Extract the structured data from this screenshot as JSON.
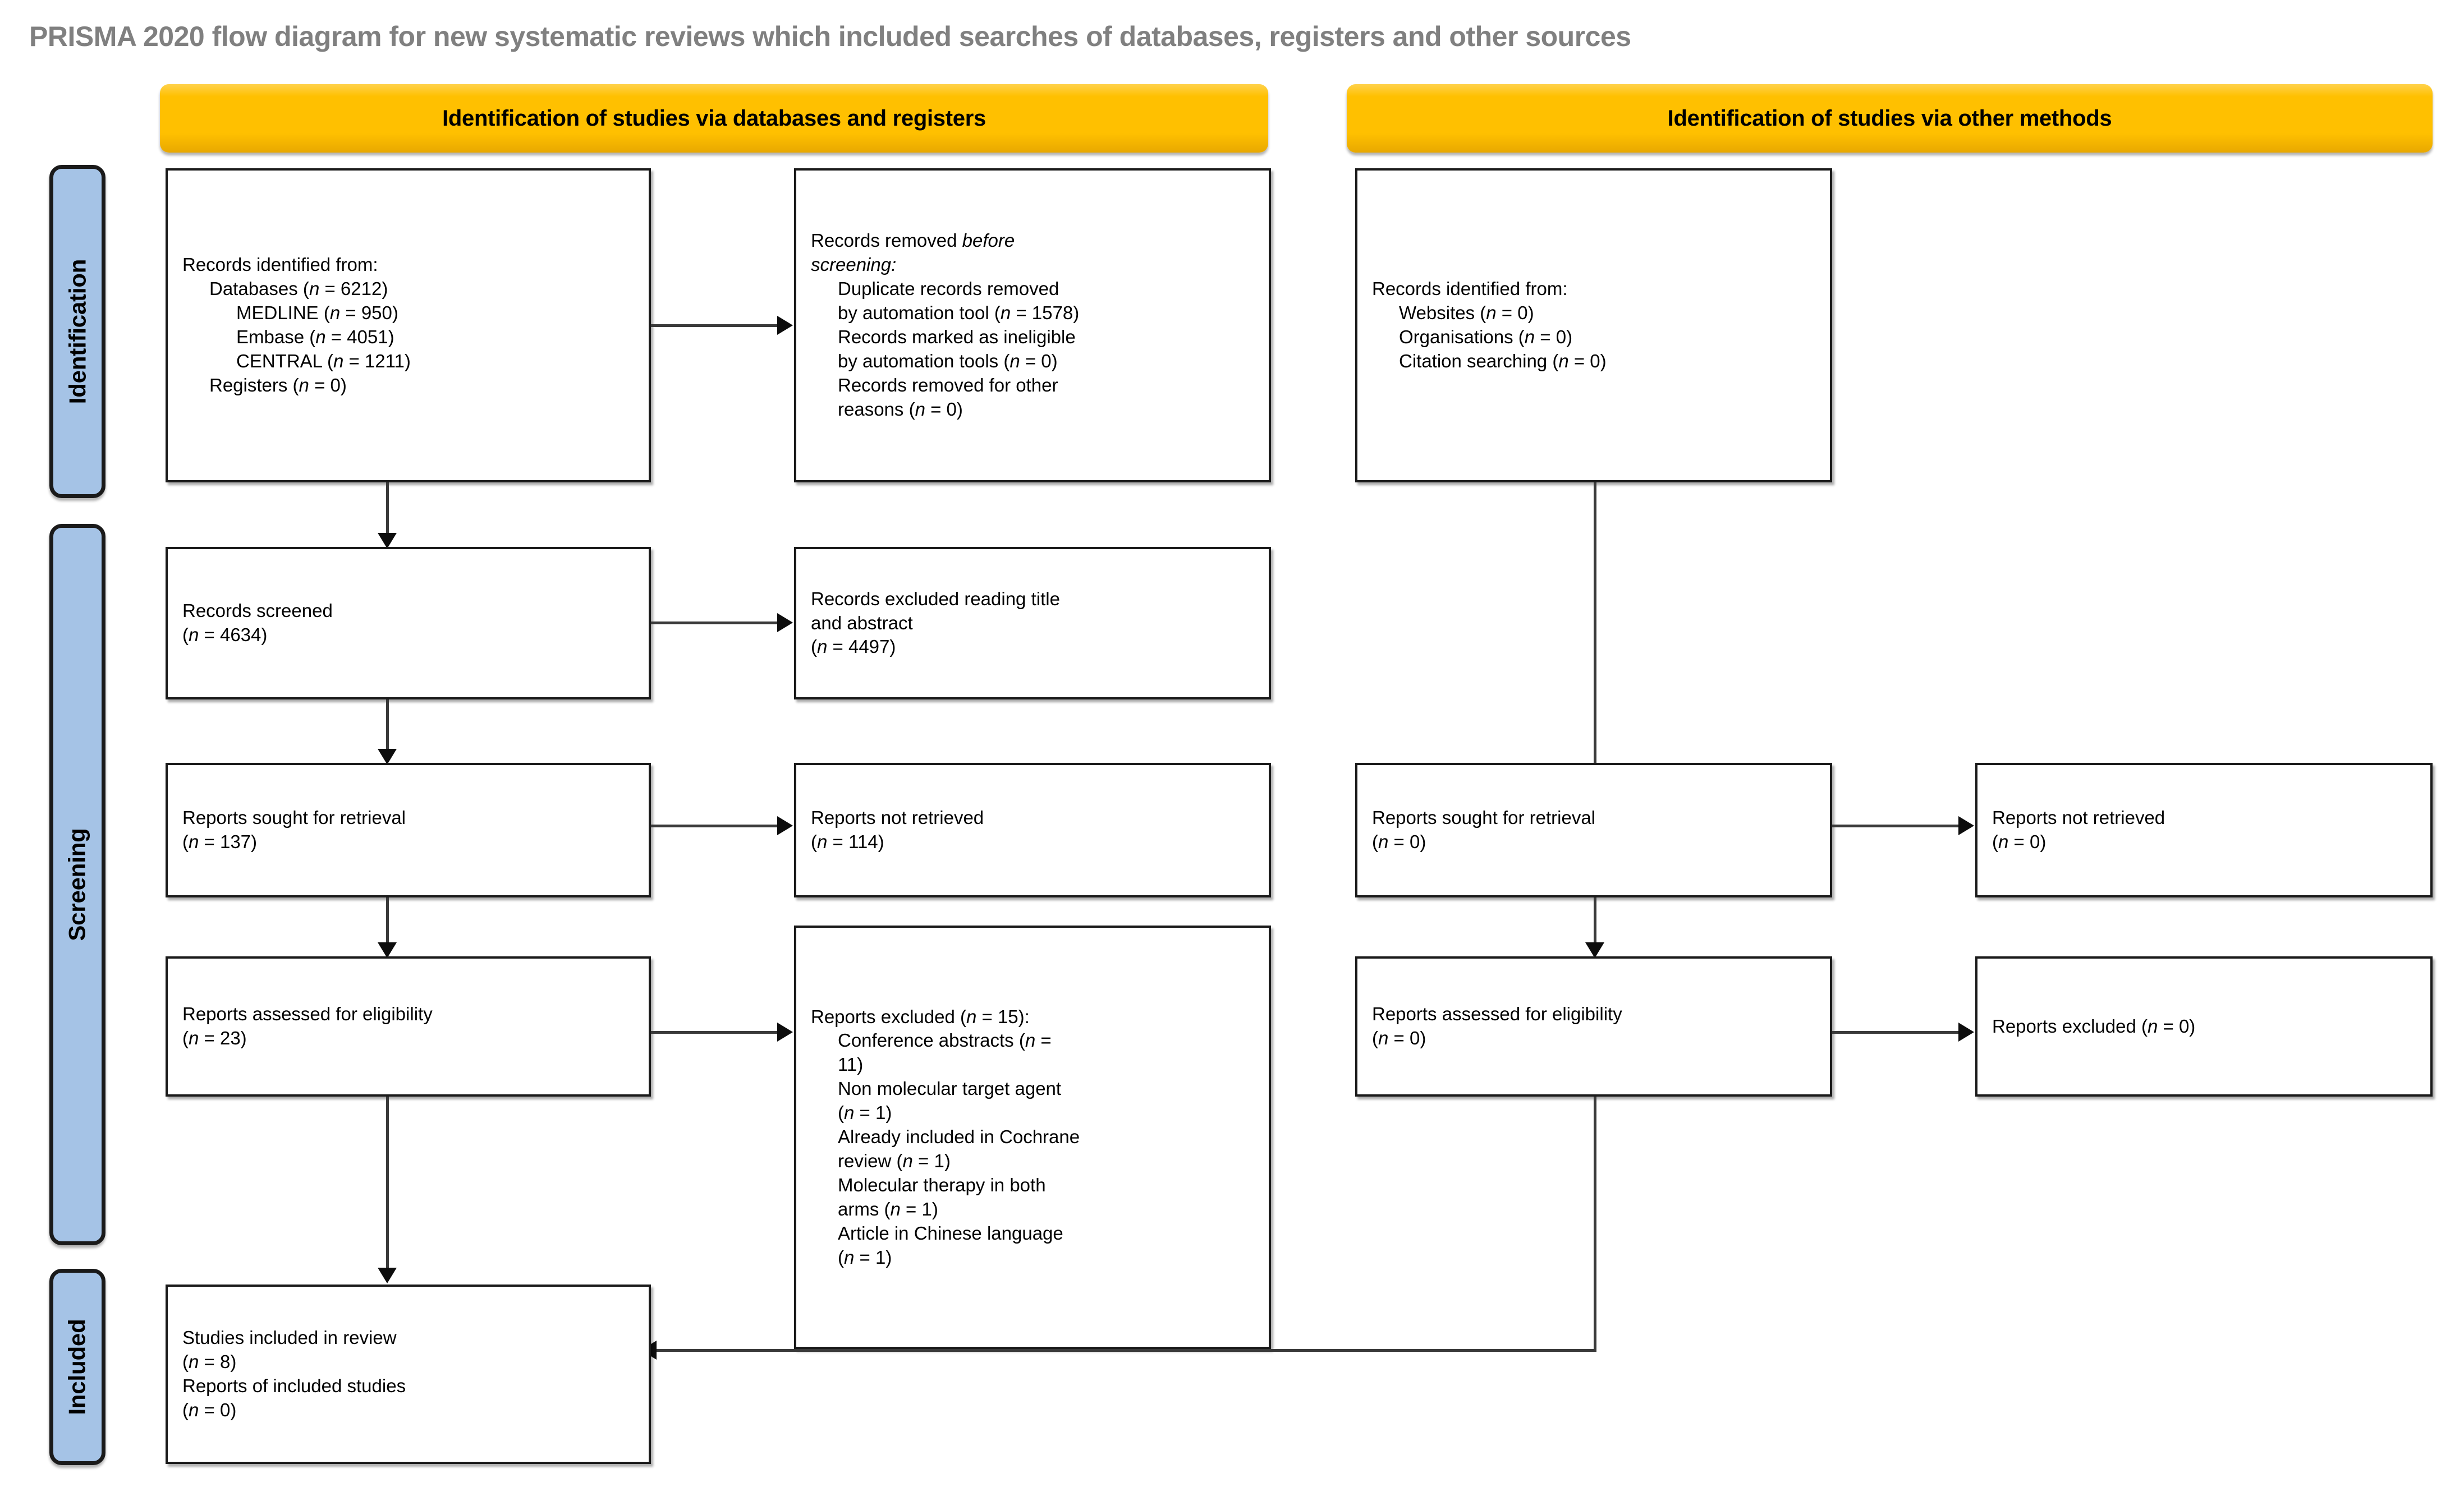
{
  "title": "PRISMA 2020 flow diagram for new systematic reviews which included searches of databases, registers and other sources",
  "colors": {
    "header_yellow": "#FFC000",
    "stage_tab_blue": "#A5C3E6",
    "title_grey": "#808080",
    "border_dark": "#1A1A1A",
    "connector_grey": "#3A3A3A"
  },
  "phase_headers": {
    "databases": "Identification of studies via databases and registers",
    "other": "Identification of studies via other methods"
  },
  "stage_tabs": [
    {
      "id": "identification",
      "label": "Identification"
    },
    {
      "id": "screening",
      "label": "Screening"
    },
    {
      "id": "included",
      "label": "Included"
    }
  ],
  "nodes": {
    "records_identified": {
      "name": "records-identified-databases",
      "lines": [
        {
          "text": "Records identified from:",
          "indent": 0
        },
        {
          "text": "Databases (n = 6212)",
          "indent": 1
        },
        {
          "text": "MEDLINE (n = 950)",
          "indent": 2
        },
        {
          "text": "Embase (n = 4051)",
          "indent": 2
        },
        {
          "text": "CENTRAL (n = 1211)",
          "indent": 2
        },
        {
          "text": "Registers (n = 0)",
          "indent": 1
        }
      ]
    },
    "records_removed": {
      "name": "records-removed-before-screening",
      "lines": [
        {
          "text": "Records removed before",
          "indent": 0,
          "italic_tail": "before"
        },
        {
          "text": "screening:",
          "indent": 0,
          "italic": true
        },
        {
          "text": "Duplicate records removed",
          "indent": 1
        },
        {
          "text": "by automation tool (n = 1578)",
          "indent": 1
        },
        {
          "text": "Records marked as ineligible",
          "indent": 1
        },
        {
          "text": "by automation tools (n = 0)",
          "indent": 1
        },
        {
          "text": "Records removed for other",
          "indent": 1
        },
        {
          "text": "reasons (n = 0)",
          "indent": 1
        }
      ]
    },
    "records_identified_other": {
      "name": "records-identified-other-methods",
      "lines": [
        {
          "text": "Records identified from:",
          "indent": 0
        },
        {
          "text": "Websites (n = 0)",
          "indent": 1
        },
        {
          "text": "Organisations (n = 0)",
          "indent": 1
        },
        {
          "text": "Citation searching (n = 0)",
          "indent": 1
        }
      ]
    },
    "records_screened": {
      "name": "records-screened",
      "lines": [
        {
          "text": "Records screened",
          "indent": 0
        },
        {
          "text": "(n = 4634)",
          "indent": 0
        }
      ]
    },
    "records_excluded": {
      "name": "records-excluded-title-abstract",
      "lines": [
        {
          "text": "Records excluded reading title",
          "indent": 0
        },
        {
          "text": "and abstract",
          "indent": 0
        },
        {
          "text": "(n = 4497)",
          "indent": 0
        }
      ]
    },
    "reports_sought_db": {
      "name": "reports-sought-retrieval-databases",
      "lines": [
        {
          "text": "Reports sought for retrieval",
          "indent": 0
        },
        {
          "text": "(n = 137)",
          "indent": 0
        }
      ]
    },
    "reports_not_retrieved_db": {
      "name": "reports-not-retrieved-databases",
      "lines": [
        {
          "text": "Reports not retrieved",
          "indent": 0
        },
        {
          "text": "(n = 114)",
          "indent": 0
        }
      ]
    },
    "reports_sought_other": {
      "name": "reports-sought-retrieval-other",
      "lines": [
        {
          "text": "Reports sought for retrieval",
          "indent": 0
        },
        {
          "text": "(n = 0)",
          "indent": 0
        }
      ]
    },
    "reports_not_retrieved_other": {
      "name": "reports-not-retrieved-other",
      "lines": [
        {
          "text": "Reports not retrieved",
          "indent": 0
        },
        {
          "text": "(n = 0)",
          "indent": 0
        }
      ]
    },
    "reports_assessed_db": {
      "name": "reports-assessed-eligibility-databases",
      "lines": [
        {
          "text": "Reports assessed for eligibility",
          "indent": 0
        },
        {
          "text": "(n = 23)",
          "indent": 0
        }
      ]
    },
    "reports_excluded_db": {
      "name": "reports-excluded-databases",
      "lines": [
        {
          "text": "Reports excluded (n = 15):",
          "indent": 0
        },
        {
          "text": "Conference abstracts (n =",
          "indent": 1
        },
        {
          "text": "11)",
          "indent": 1
        },
        {
          "text": "Non molecular target agent",
          "indent": 1
        },
        {
          "text": "(n = 1)",
          "indent": 1
        },
        {
          "text": "Already included in Cochrane",
          "indent": 1
        },
        {
          "text": "review (n = 1)",
          "indent": 1
        },
        {
          "text": "Molecular therapy in both",
          "indent": 1
        },
        {
          "text": "arms (n = 1)",
          "indent": 1
        },
        {
          "text": "Article in Chinese language",
          "indent": 1
        },
        {
          "text": "(n = 1)",
          "indent": 1
        }
      ]
    },
    "reports_assessed_other": {
      "name": "reports-assessed-eligibility-other",
      "lines": [
        {
          "text": "Reports assessed for eligibility",
          "indent": 0
        },
        {
          "text": "(n = 0)",
          "indent": 0
        }
      ]
    },
    "reports_excluded_other": {
      "name": "reports-excluded-other",
      "lines": [
        {
          "text": "Reports excluded (n = 0)",
          "indent": 0
        }
      ]
    },
    "studies_included": {
      "name": "studies-included-in-review",
      "lines": [
        {
          "text": "Studies included in review",
          "indent": 0
        },
        {
          "text": "(n = 8)",
          "indent": 0
        },
        {
          "text": "Reports of included studies",
          "indent": 0
        },
        {
          "text": "(n = 0)",
          "indent": 0
        }
      ]
    }
  }
}
